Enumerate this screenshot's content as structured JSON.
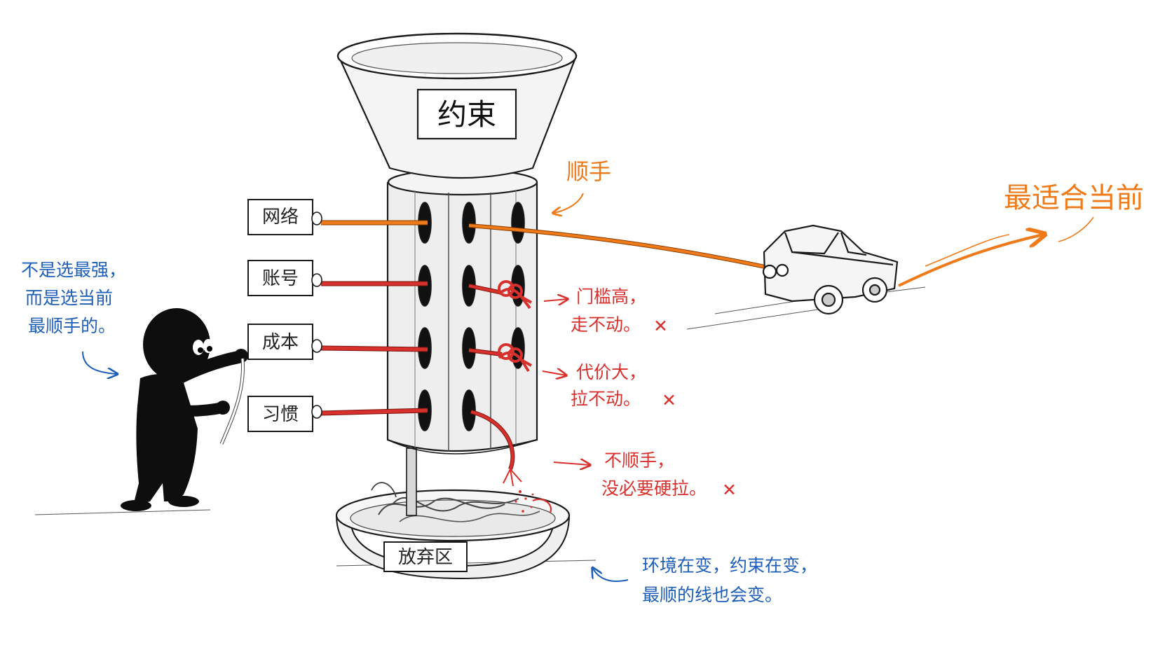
{
  "funnel_label": "约束",
  "tags": [
    {
      "label": "网络",
      "state": "ok"
    },
    {
      "label": "账号",
      "state": "knot"
    },
    {
      "label": "成本",
      "state": "knot"
    },
    {
      "label": "习惯",
      "state": "frayed"
    }
  ],
  "smooth_label": "顺手",
  "best_label": "最适合当前",
  "notes": {
    "threshold": [
      "门槛高，",
      "走不动。"
    ],
    "cost": [
      "代价大，",
      "拉不动。"
    ],
    "unsmooth": [
      "不顺手，",
      "没必要硬拉。"
    ],
    "cross_mark": "✕"
  },
  "left_note": [
    "不是选最强，",
    "而是选当前",
    "最顺手的。"
  ],
  "bottom_note": [
    "环境在变，约束在变，",
    "最顺的线也会变。"
  ],
  "discard_label": "放弃区",
  "colors": {
    "orange": "#ef7a1a",
    "red": "#d8302c",
    "blue": "#1d5fb8",
    "ink": "#1a1a1a"
  }
}
